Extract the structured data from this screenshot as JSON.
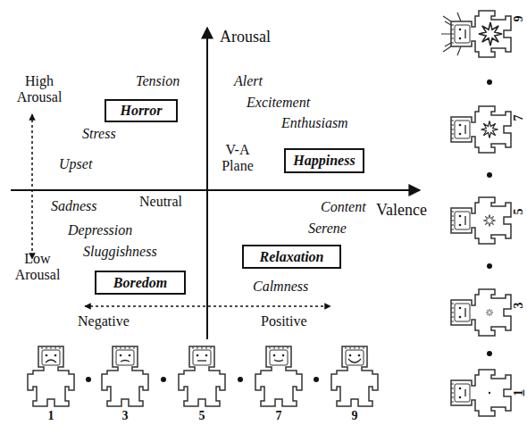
{
  "diagram": {
    "nodes": [
      {
        "text": [
          "Horror"
        ]
      },
      {
        "text": [
          "Happiness"
        ]
      },
      {
        "text": [
          "Relaxation"
        ]
      },
      {
        "text": [
          "Boredom"
        ]
      }
    ],
    "labels": [
      "Arousal",
      "High Arousal",
      "Tension",
      "Alert",
      "Excitement",
      "Enthusiasm",
      "Stress",
      "V-A Plane",
      "Upset",
      "Sadness",
      "Neutral",
      "Content",
      "Valence",
      "Serene",
      "Depression",
      "Sluggishness",
      "Low Arousal",
      "Calmness",
      "Negative",
      "Positive",
      "1",
      "3",
      "5",
      "7",
      "9",
      "9",
      "7",
      "5",
      "3",
      "1"
    ]
  }
}
